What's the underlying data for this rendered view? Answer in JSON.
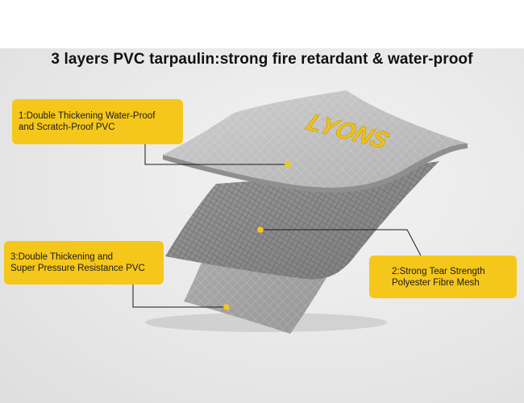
{
  "title": "3 layers PVC tarpaulin:strong fire retardant & water-proof",
  "brand_text": "LYONS",
  "layers": [
    {
      "lines": [
        "1:Double Thickening Water-Proof",
        "and Scratch-Proof PVC"
      ]
    },
    {
      "lines": [
        "3:Double Thickening and",
        "Super Pressure Resistance PVC"
      ]
    },
    {
      "lines": [
        "2:Strong Tear Strength",
        "Polyester Fibre Mesh"
      ]
    }
  ],
  "colors": {
    "callout": "#f5c71a",
    "marker": "#f5c71a",
    "top_layer": "#bdbdbd",
    "mesh_layer": "#8e8e8e",
    "bottom_layer": "#a4a4a4",
    "brand": "#f0c21a"
  }
}
